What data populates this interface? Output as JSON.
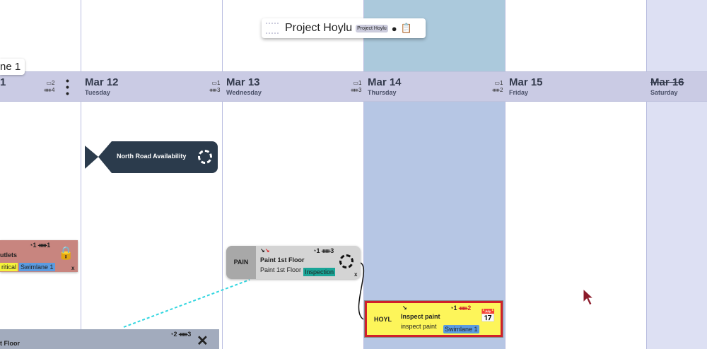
{
  "project": {
    "title": "Project Hoylu",
    "badge": "Project Hoylu",
    "icons": [
      "globe-icon",
      "clipboard-check-icon"
    ]
  },
  "swimlane_label": "ne 1",
  "days": [
    {
      "date": "1",
      "weekday": "",
      "c1": "2",
      "c2": "4"
    },
    {
      "date": "Mar 12",
      "weekday": "Tuesday",
      "c1": "1",
      "c2": "3"
    },
    {
      "date": "Mar 13",
      "weekday": "Wednesday",
      "c1": "1",
      "c2": "3"
    },
    {
      "date": "Mar 14",
      "weekday": "Thursday",
      "c1": "1",
      "c2": "2"
    },
    {
      "date": "Mar 15",
      "weekday": "Friday"
    },
    {
      "date": "Mar 16",
      "weekday": "Saturday"
    }
  ],
  "cards": {
    "north": {
      "title": "North Road Availability"
    },
    "red": {
      "title": "utlets",
      "counts": "1",
      "people": "1",
      "tag1": "ritical",
      "tag2": "Swimlane 1",
      "close": "x"
    },
    "pain": {
      "code": "PAIN",
      "title": "Paint 1st Floor",
      "subtitle": "Paint 1st Floor",
      "counts": "1",
      "people": "3",
      "tag": "Inspection",
      "close": "x"
    },
    "hoyl": {
      "code": "HOYL",
      "title": "Inspect paint",
      "subtitle": "inspect paint",
      "counts": "1",
      "people": "2",
      "tag": "Swimlane 1"
    },
    "bottom": {
      "title": "t Floor",
      "counts": "2",
      "people": "3"
    }
  },
  "colors": {
    "header": "#cacbe4",
    "today": "#b6c6e4",
    "pain": "#d4d4d4",
    "hoyl": "#fdf55a",
    "red": "#c8857f",
    "teal": "#1aa597",
    "blue": "#5b9be0"
  }
}
